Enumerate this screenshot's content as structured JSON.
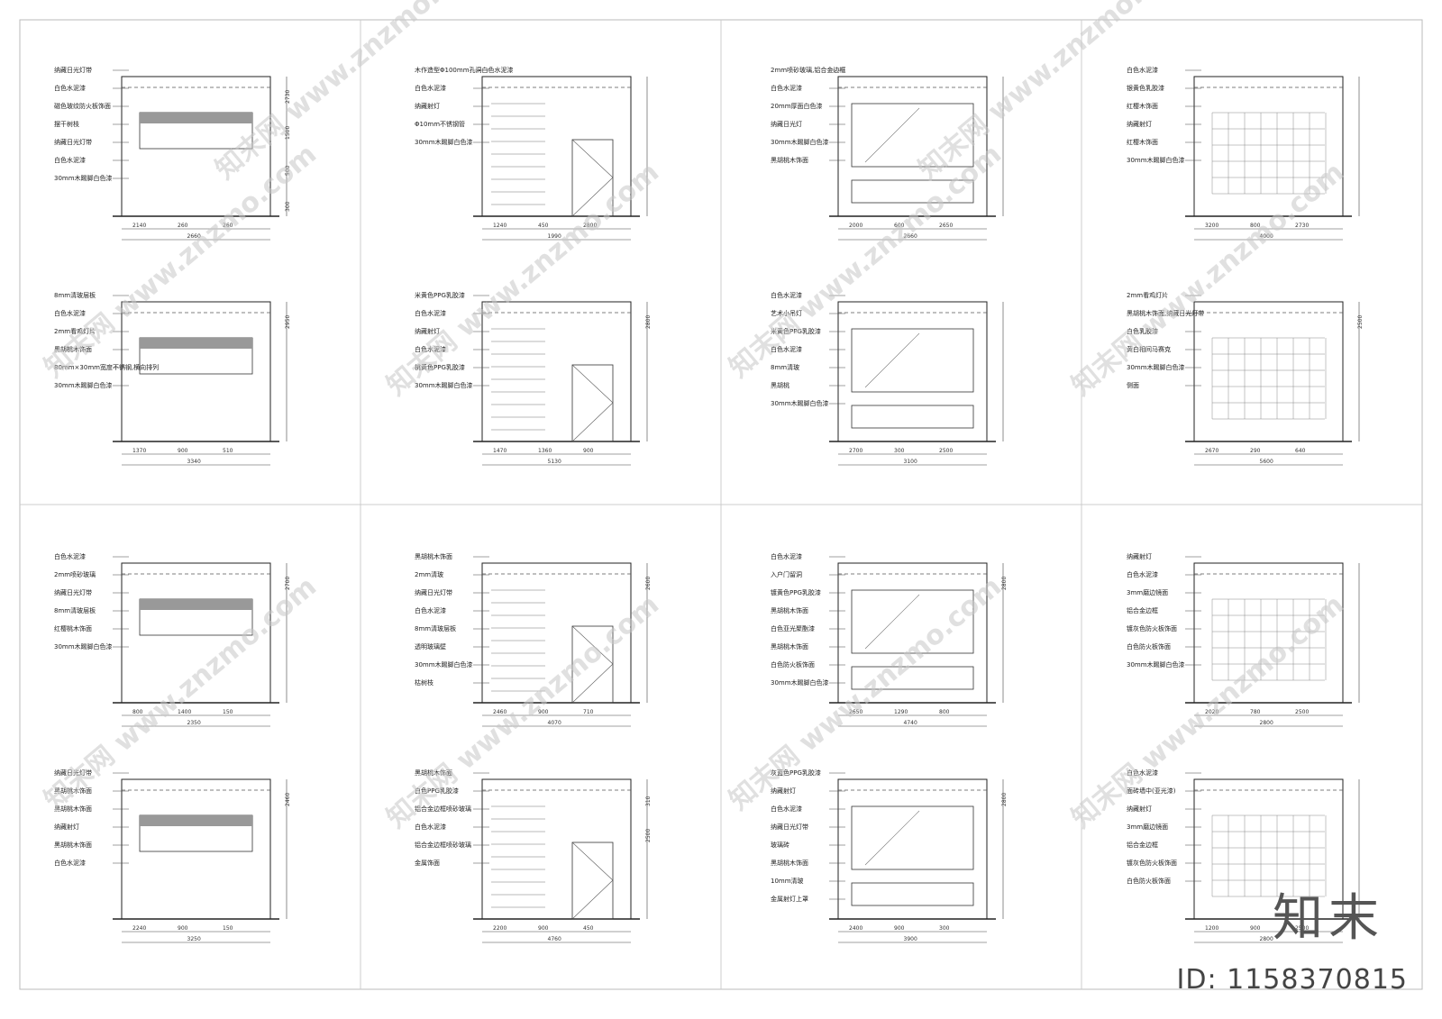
{
  "brand": "知末",
  "id_label": "ID: 1158370815",
  "watermark": "知末网 www.znzmo.com",
  "panels": [
    {
      "labels": [
        "纳藏日光灯带",
        "白色水泥漆",
        "磁色玻纹防火板饰面",
        "摆干树枝",
        "纳藏日光灯带",
        "白色水泥漆",
        "30mm木踢脚白色漆"
      ],
      "dims": [
        "2660",
        "2140",
        "260",
        "260",
        "2730",
        "1500",
        "500",
        "300"
      ]
    },
    {
      "labels": [
        "木作造型Φ100mm孔洞白色水泥漆",
        "白色水泥漆",
        "纳藏射灯",
        "Φ10mm不锈钢管",
        "30mm木踢脚白色漆"
      ],
      "dims": [
        "1990",
        "1240",
        "450",
        "2800"
      ]
    },
    {
      "labels": [
        "2mm喷砂玻璃,铝合金边框",
        "白色水泥漆",
        "20mm厚面白色漆",
        "纳藏日光灯",
        "30mm木踢脚白色漆",
        "黑胡桃木饰面"
      ],
      "dims": [
        "2660",
        "2000",
        "600",
        "2650"
      ]
    },
    {
      "labels": [
        "白色水泥漆",
        "银黄色乳胶漆",
        "红樱木饰面",
        "纳藏射灯",
        "红樱木饰面",
        "30mm木踢脚白色漆"
      ],
      "dims": [
        "4000",
        "3200",
        "800",
        "2730"
      ]
    },
    {
      "labels": [
        "8mm清玻层板",
        "白色水泥漆",
        "2mm看鸡灯片",
        "黑胡桃木饰面",
        "80mm×30mm宽度不锈钢,横向排列",
        "30mm木踢脚白色漆"
      ],
      "dims": [
        "3340",
        "1370",
        "900",
        "510",
        "2950"
      ]
    },
    {
      "labels": [
        "米黄色PPG乳胶漆",
        "白色水泥漆",
        "纳藏射灯",
        "白色水泥漆",
        "桃黄色PPG乳胶漆",
        "30mm木踢脚白色漆"
      ],
      "dims": [
        "5130",
        "1470",
        "1360",
        "900",
        "2800"
      ]
    },
    {
      "labels": [
        "白色水泥漆",
        "艺术小吊灯",
        "米黄色PPG乳胶漆",
        "白色水泥漆",
        "8mm清玻",
        "黑胡桃",
        "30mm木踢脚白色漆"
      ],
      "dims": [
        "3100",
        "2700",
        "300",
        "2500"
      ]
    },
    {
      "labels": [
        "2mm看鸡灯片",
        "黑胡桃木饰面,纳藏日光灯带",
        "白色乳胶漆",
        "黄白相间马赛克",
        "30mm木踢脚白色漆",
        "侧面"
      ],
      "dims": [
        "5600",
        "2670",
        "290",
        "640",
        "2500"
      ]
    },
    {
      "labels": [
        "白色水泥漆",
        "2mm喷砂玻璃",
        "纳藏日光灯带",
        "8mm清玻层板",
        "红樱桃木饰面",
        "30mm木踢脚白色漆"
      ],
      "dims": [
        "2350",
        "800",
        "1400",
        "150",
        "2700"
      ]
    },
    {
      "labels": [
        "黑胡桃木饰面",
        "2mm清玻",
        "纳藏日光灯带",
        "白色水泥漆",
        "8mm清玻层板",
        "透明玻璃壁",
        "30mm木踢脚白色漆",
        "枯树枝"
      ],
      "dims": [
        "4070",
        "2460",
        "900",
        "710",
        "2600"
      ]
    },
    {
      "labels": [
        "白色水泥漆",
        "入户门留洞",
        "镀黄色PPG乳胶漆",
        "黑胡桃木饰面",
        "白色亚光聚酯漆",
        "黑胡桃木饰面",
        "白色防火板饰面",
        "30mm木踢脚白色漆"
      ],
      "dims": [
        "4740",
        "2650",
        "1290",
        "800",
        "2800"
      ]
    },
    {
      "labels": [
        "纳藏射灯",
        "白色水泥漆",
        "3mm磨边镜面",
        "铝合金边框",
        "镀灰色防火板饰面",
        "白色防火板饰面",
        "30mm木踢脚白色漆"
      ],
      "dims": [
        "2800",
        "2020",
        "780",
        "2500"
      ]
    },
    {
      "labels": [
        "纳藏日光灯带",
        "黑胡桃木饰面",
        "黑胡桃木饰面",
        "纳藏射灯",
        "黑胡桃木饰面",
        "白色水泥漆"
      ],
      "dims": [
        "3250",
        "2240",
        "900",
        "150",
        "2460"
      ]
    },
    {
      "labels": [
        "黑胡桃木饰面",
        "白色PPG乳胶漆",
        "铝合金边框喷砂玻璃",
        "白色水泥漆",
        "铝合金边框喷砂玻璃",
        "金属饰面"
      ],
      "dims": [
        "4760",
        "2200",
        "900",
        "450",
        "310",
        "2500"
      ]
    },
    {
      "labels": [
        "灰蓝色PPG乳胶漆",
        "纳藏射灯",
        "白色水泥漆",
        "纳藏日光灯带",
        "玻璃砖",
        "黑胡桃木饰面",
        "10mm清玻",
        "金属射灯上罩"
      ],
      "dims": [
        "3900",
        "2400",
        "900",
        "300",
        "2800"
      ]
    },
    {
      "labels": [
        "白色水泥漆",
        "面砖墙中(亚光漆)",
        "纳藏射灯",
        "3mm磨边镜面",
        "铝合金边框",
        "镀灰色防火板饰面",
        "白色防火板饰面"
      ],
      "dims": [
        "2800",
        "1200",
        "900",
        "2500"
      ]
    }
  ]
}
